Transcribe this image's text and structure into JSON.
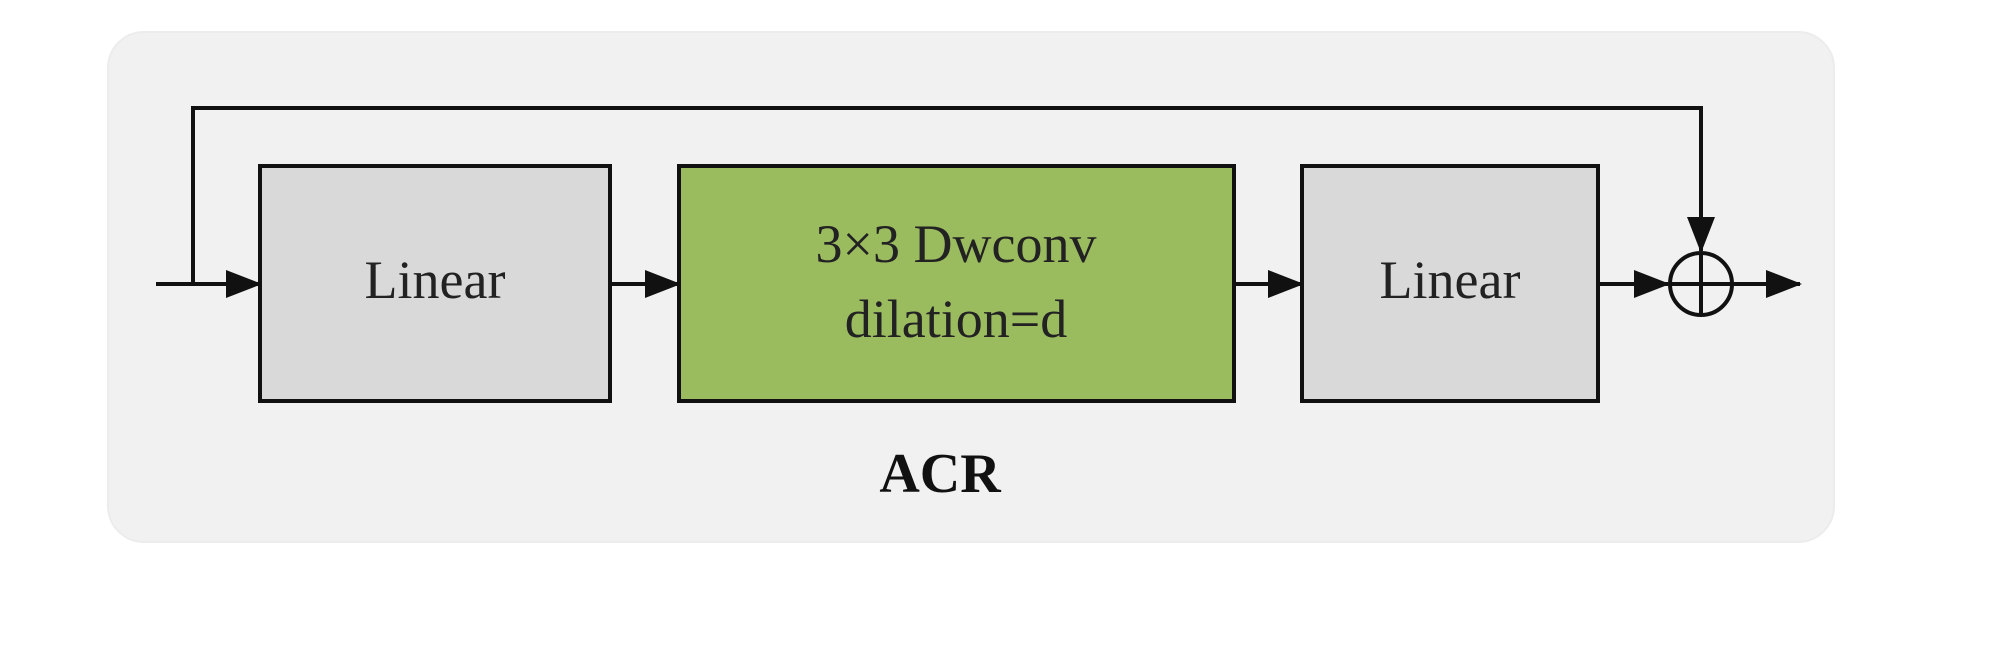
{
  "diagram": {
    "caption": "ACR",
    "blocks": {
      "linear_in": {
        "label": "Linear"
      },
      "dwconv": {
        "line1": "3×3 Dwconv",
        "line2": "dilation=d"
      },
      "linear_out": {
        "label": "Linear"
      }
    },
    "colors": {
      "panel": "#f1f1f1",
      "linear_fill": "#d9d9d9",
      "dwconv_fill": "#9bbb5f",
      "stroke": "#111111"
    }
  }
}
